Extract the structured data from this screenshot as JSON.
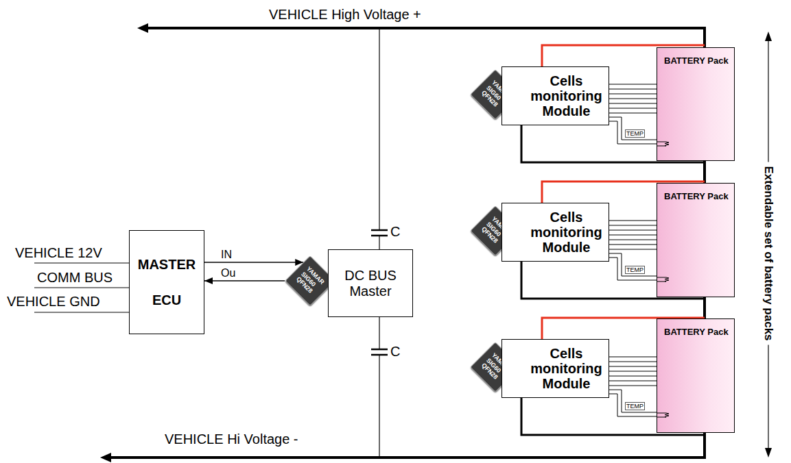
{
  "diagram": {
    "nodes": [
      {
        "text": [
          "MASTER ECU"
        ]
      },
      {
        "text": [
          "YAMAR",
          "SIG60",
          "QFN28"
        ]
      },
      {
        "text": [
          "DC BUS Master"
        ]
      },
      {
        "text": [
          "YAMAR",
          "SIG60",
          "QFN28"
        ]
      },
      {
        "text": [
          "Cells monitoring Module"
        ]
      },
      {
        "text": [
          "BATTERY Pack"
        ]
      },
      {
        "text": [
          "YAMAR",
          "SIG60",
          "QFN28"
        ]
      },
      {
        "text": [
          "Cells monitoring Module"
        ]
      },
      {
        "text": [
          "BATTERY Pack"
        ]
      },
      {
        "text": [
          "YAMAR",
          "SIG60",
          "QFN28"
        ]
      },
      {
        "text": [
          "Cells monitoring Module"
        ]
      },
      {
        "text": [
          "BATTERY Pack"
        ]
      }
    ],
    "edges": [
      {
        "from": 0,
        "to": 1,
        "label": "IN",
        "arrow": "to"
      },
      {
        "from": 1,
        "to": 0,
        "label": "Ou",
        "arrow": "to"
      },
      {
        "from": 4,
        "to": 5,
        "arrow": "none"
      },
      {
        "from": 7,
        "to": 8,
        "arrow": "none"
      },
      {
        "from": 10,
        "to": 11,
        "arrow": "none"
      }
    ],
    "labels": [
      "VEHICLE High Voltage +",
      "VEHICLE 12V",
      "COMM BUS",
      "VEHICLE GND",
      "C",
      "C",
      "TEMP",
      "TEMP",
      "TEMP",
      "VEHICLE Hi Voltage -",
      "Extendable set of battery packs"
    ]
  }
}
